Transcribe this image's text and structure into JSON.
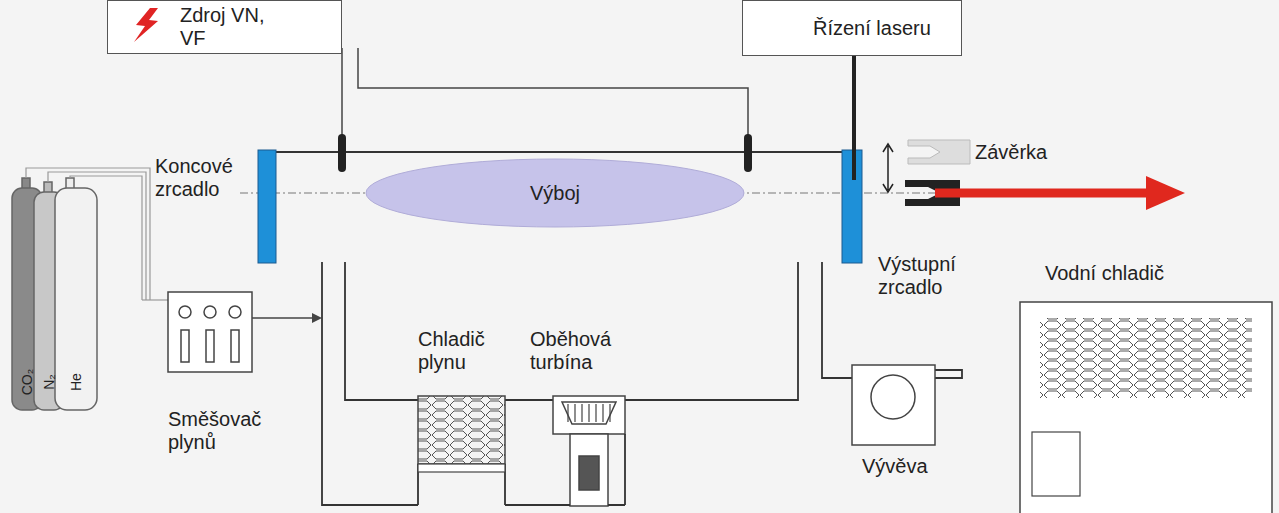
{
  "diagram": {
    "nodes": [
      {
        "text": [
          "Zdroj VN, VF"
        ]
      },
      {
        "text": [
          "Řízení laseru"
        ]
      },
      {
        "text": [
          "Výboj"
        ]
      }
    ],
    "labels": [
      "Koncové zrcadlo",
      "Závěrka",
      "Výstupní zrcadlo",
      "Vodní chladič",
      "Chladič plynu",
      "Oběhová turbína",
      "Vývěva",
      "Směšovač plynů",
      "CO₂",
      "N₂",
      "He"
    ]
  }
}
